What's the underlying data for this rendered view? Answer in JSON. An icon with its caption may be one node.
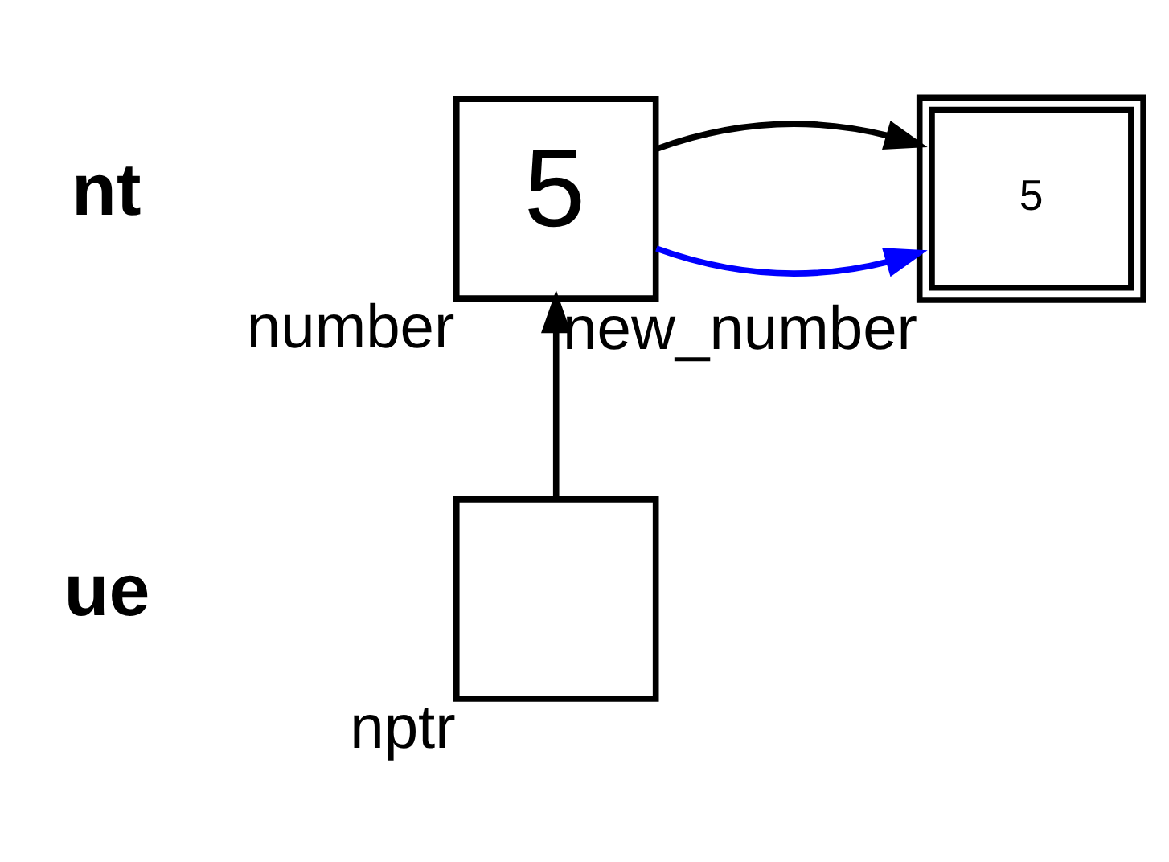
{
  "diagram": {
    "nodes": [
      {
        "text": [
          "5"
        ],
        "beside": [
          "number"
        ]
      },
      {
        "text": [
          "5"
        ],
        "beside": [
          "new_number"
        ]
      },
      {
        "text": [],
        "shape": "box",
        "beside": [
          "nptr"
        ]
      }
    ],
    "edges": [
      {
        "from": 0,
        "to": 1,
        "arrow": "to"
      },
      {
        "from": 0,
        "to": 1,
        "arrow": "to",
        "color": "#0000ff"
      },
      {
        "from": 2,
        "to": 0,
        "arrow": "to"
      }
    ],
    "labels": [
      "nt",
      "ue"
    ]
  }
}
